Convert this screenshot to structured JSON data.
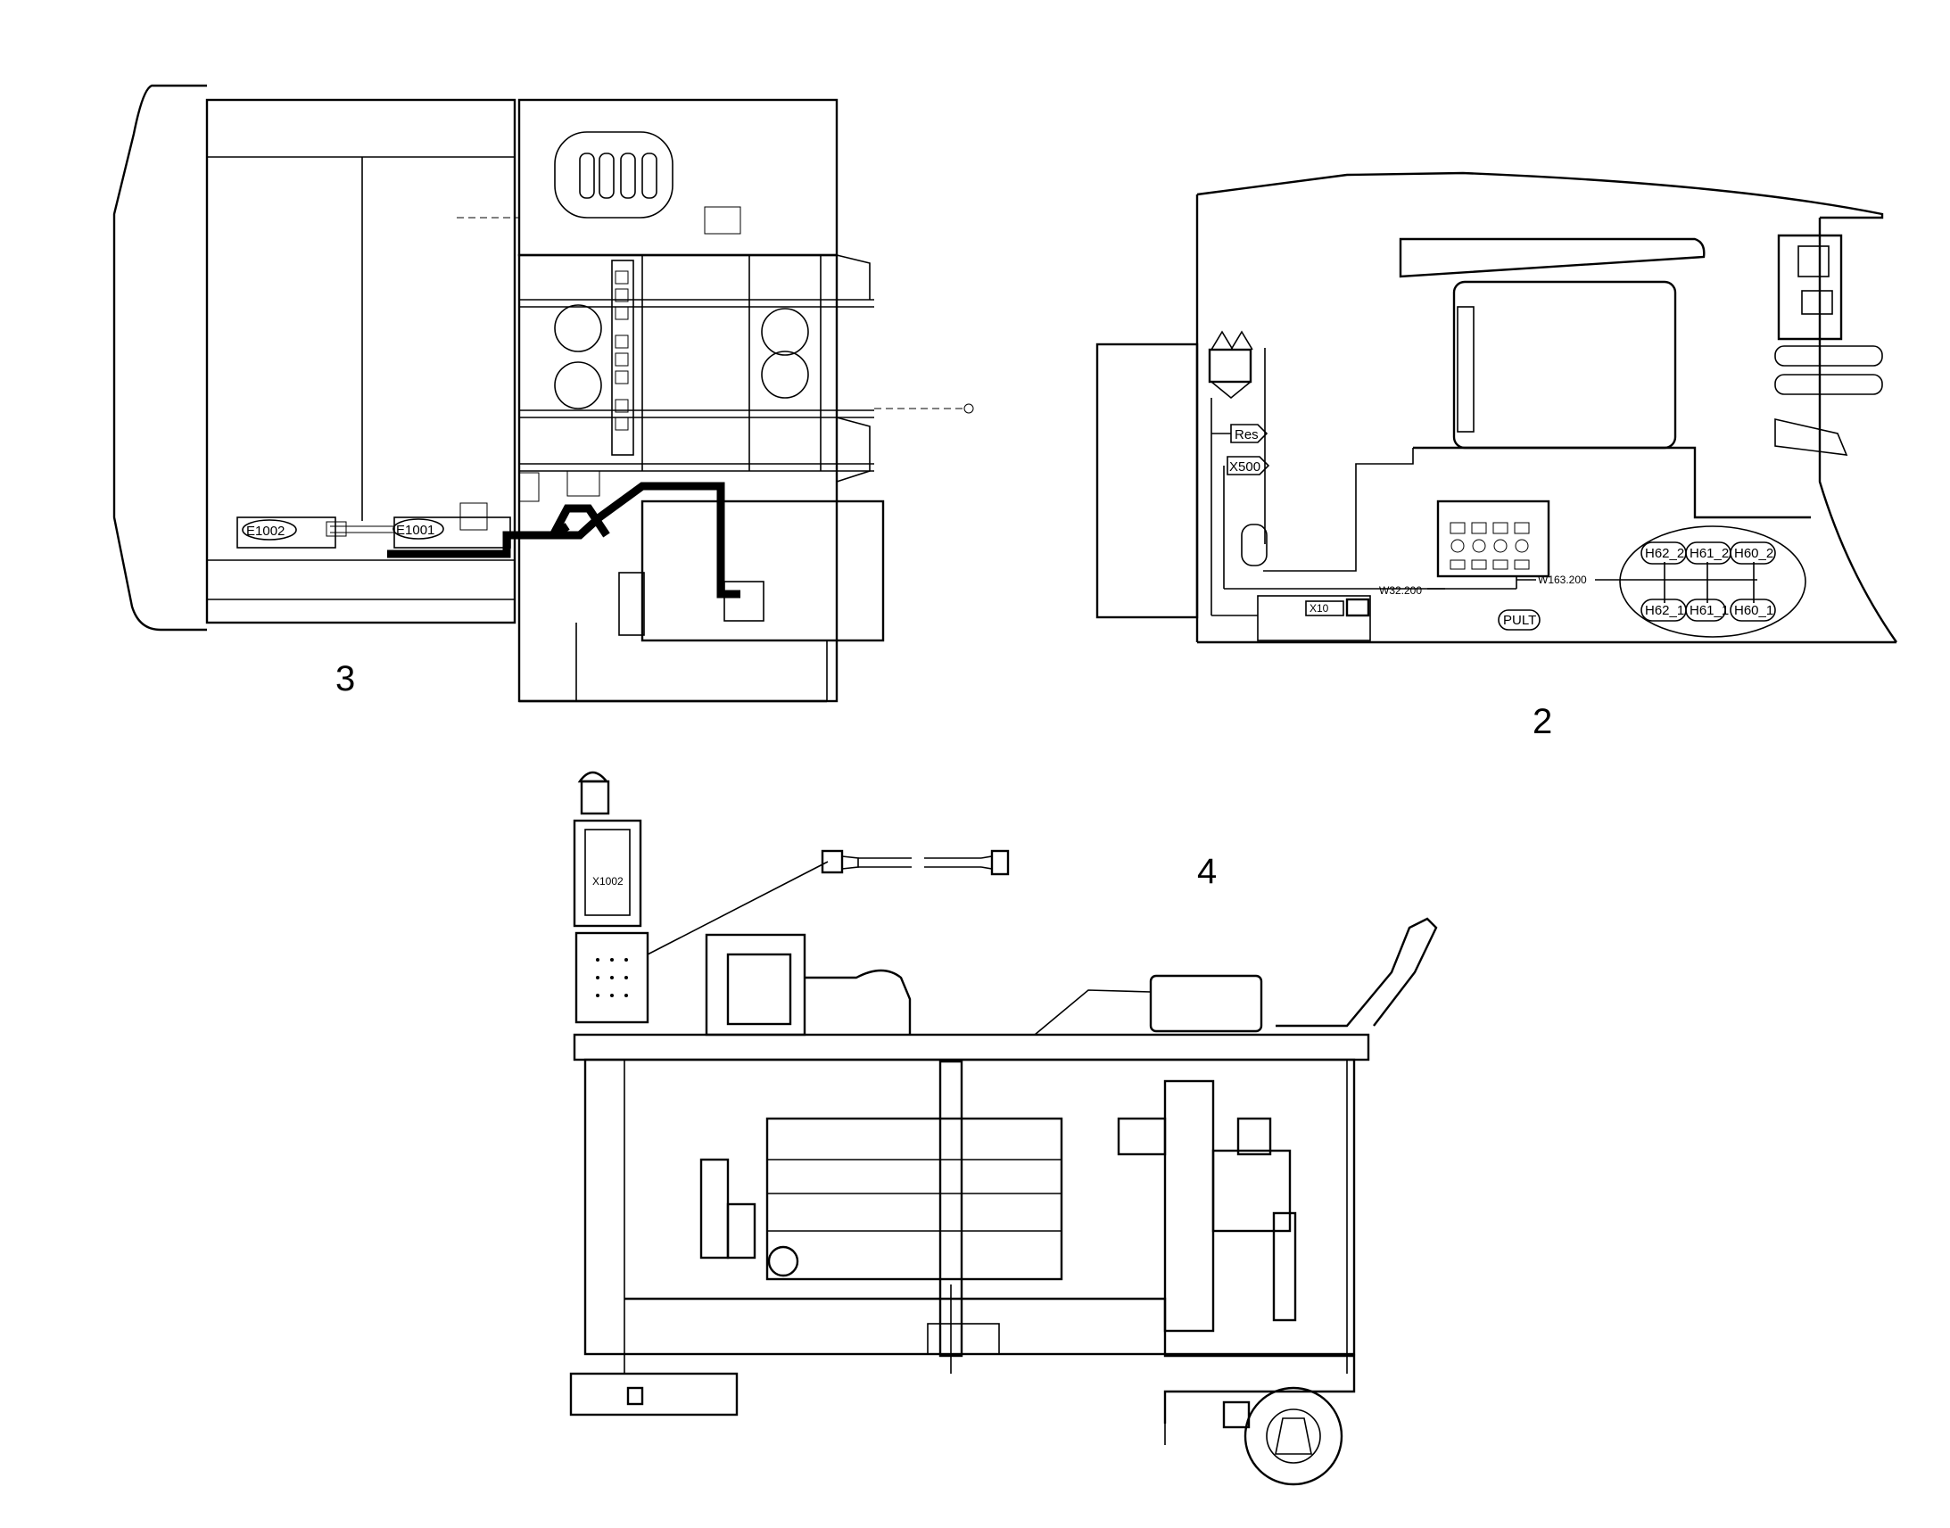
{
  "views": {
    "view3": {
      "number": "3",
      "components": {
        "e1002": "E1002",
        "e1001": "E1001"
      }
    },
    "view2": {
      "number": "2",
      "labels": {
        "res": "Res",
        "x500": "X500",
        "x10": "X10",
        "w32": "W32.200",
        "w163": "W163.200",
        "pult": "PULT",
        "h62_2": "H62_2",
        "h61_2": "H61_2",
        "h60_2": "H60_2",
        "h62_1": "H62_1",
        "h61_1": "H61_1",
        "h60_1": "H60_1"
      }
    },
    "view4": {
      "number": "4",
      "labels": {
        "x1002": "X1002"
      }
    }
  }
}
